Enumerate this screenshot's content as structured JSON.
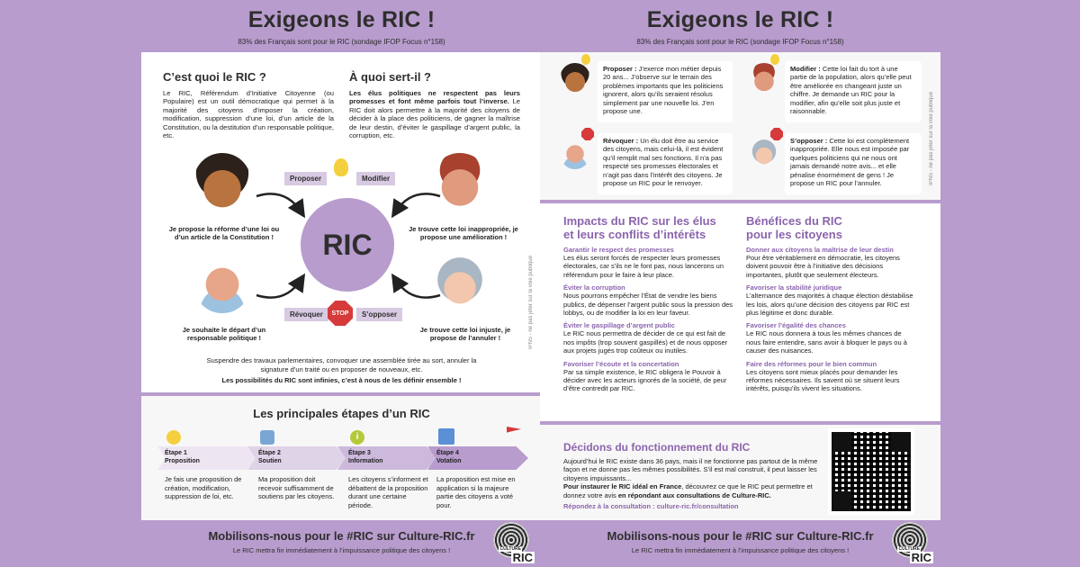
{
  "header": {
    "title": "Exigeons le RIC !",
    "subtitle": "83% des Français sont pour le RIC (sondage IFOP Focus n°158)"
  },
  "left": {
    "what": {
      "heading": "C’est quoi le RIC ?",
      "text": "Le RIC, Référendum d’Initiative Citoyenne (ou Populaire) est un outil démocratique qui permet à la majorité des citoyens d’imposer la création, modification, suppression d’une loi, d’un article de la Constitution, ou la destitution d’un responsable politique, etc."
    },
    "why": {
      "heading": "À quoi sert-il ?",
      "lead": "Les élus politiques ne respectent pas leurs promesses et font même parfois tout l’inverse.",
      "text": " Le RIC doit alors permettre à la majorité des citoyens de décider à la place des politiciens, de gagner la maîtrise de leur destin, d’éviter le gaspillage d’argent public, la corruption, etc."
    },
    "center_label": "RIC",
    "tags": {
      "propose": "Proposer",
      "modify": "Modifier",
      "revoke": "Révoquer",
      "oppose": "S’opposer",
      "stop": "STOP"
    },
    "captions": {
      "top_left": "Je propose la réforme d’une loi ou d’un article de la Constitution !",
      "top_right": "Je trouve cette loi inappropriée, je propose une amélioration !",
      "bottom_left": "Je souhaite le départ d’un responsable politique !",
      "bottom_right": "Je trouve cette loi injuste, je propose de l’annuler !"
    },
    "vertical_note": "IPNS - ne pas jeter sur la voie publique",
    "more": {
      "text": "Suspendre des travaux parlementaires, convoquer une assemblée tirée au sort, annuler la signature d’un traité ou en proposer de nouveaux, etc.",
      "bold": "Les possibilités du RIC sont infinies, c’est à nous de les définir ensemble !"
    },
    "steps_title": "Les principales étapes d’un RIC",
    "steps": [
      {
        "num": "Étape 1",
        "name": "Proposition",
        "text": "Je fais une proposition de création, modification, suppression de loi, etc."
      },
      {
        "num": "Étape 2",
        "name": "Soutien",
        "text": "Ma proposition doit recevoir suffisamment de soutiens par les citoyens."
      },
      {
        "num": "Étape 3",
        "name": "Information",
        "text": "Les citoyens s’informent et débattent de la proposition durant une certaine période."
      },
      {
        "num": "Étape 4",
        "name": "Votation",
        "text": "La proposition est mise en application si la majeure partie des citoyens a voté pour."
      }
    ]
  },
  "right": {
    "cards": [
      {
        "title": "Proposer :",
        "text": " J’exerce mon métier depuis 20 ans... J’observe sur le terrain des problèmes importants que les politiciens ignorent, alors qu’ils seraient résolus simplement par une nouvelle loi. J’en propose une."
      },
      {
        "title": "Modifier :",
        "text": " Cette loi fait du tort à une partie de la population, alors qu’elle peut être améliorée en changeant juste un chiffre. Je demande un RIC pour la modifier, afin qu’elle soit plus juste et raisonnable."
      },
      {
        "title": "Révoquer :",
        "text": " Un élu doit être au service des citoyens, mais celui-là, il est évident qu’il remplit mal ses fonctions. Il n’a pas respecté ses promesses électorales et n’agit pas dans l’intérêt des citoyens. Je propose un RIC pour le renvoyer."
      },
      {
        "title": "S’opposer :",
        "text": " Cette loi est complètement inappropriée. Elle nous est imposée par quelques politiciens qui ne nous ont jamais demandé notre avis... et elle pénalise énormément de gens ! Je propose un RIC pour l’annuler."
      }
    ],
    "impacts_title_1": "Impacts du RIC sur les élus",
    "impacts_title_2": "et leurs conflits d’intérêts",
    "impacts": [
      {
        "h": "Garantir le respect des promesses",
        "p": "Les élus seront forcés de respecter leurs promesses électorales, car s’ils ne le font pas, nous lancerons un référendum pour le faire à leur place."
      },
      {
        "h": "Éviter la corruption",
        "p": "Nous pourrons empêcher l’État de vendre les biens publics, de dépenser l’argent public sous la pression des lobbys, ou de modifier la loi en leur faveur."
      },
      {
        "h": "Éviter le gaspillage d’argent public",
        "p": "Le RIC nous permettra de décider de ce qui est fait de nos impôts (trop souvent gaspillés) et de nous opposer aux projets jugés trop coûteux ou inutiles."
      },
      {
        "h": "Favoriser l’écoute et la concertation",
        "p": "Par sa simple existence, le RIC obligera le Pouvoir à décider avec les acteurs ignorés de la société, de peur d’être contredit par RIC."
      }
    ],
    "benefits_title_1": "Bénéfices du RIC",
    "benefits_title_2": "pour les citoyens",
    "benefits": [
      {
        "h": "Donner aux citoyens la maîtrise de leur destin",
        "p": "Pour être véritablement en démocratie, les citoyens doivent pouvoir être à l’initiative des décisions importantes, plutôt que seulement électeurs."
      },
      {
        "h": "Favoriser la stabilité juridique",
        "p": "L’alternance des majorités à chaque élection déstabilise les lois, alors qu’une décision des citoyens par RIC est plus légitime et donc durable."
      },
      {
        "h": "Favoriser l’égalité des chances",
        "p": "Le RIC nous donnera à tous les mêmes chances de nous faire entendre, sans avoir à bloquer le pays ou à causer des nuisances."
      },
      {
        "h": "Faire des réformes pour le bien commun",
        "p": "Les citoyens sont mieux placés pour demander les réformes nécessaires. Ils savent où se situent leurs intérêts, puisqu’ils vivent les situations."
      }
    ],
    "decide": {
      "title": "Décidons du fonctionnement du RIC",
      "text": "Aujourd’hui le RIC existe dans 36 pays, mais il ne fonctionne pas partout de la même façon et ne donne pas les mêmes possibilités. S’il est mal construit, il peut laisser les citoyens impuissants...",
      "text_b1": "Pour instaurer le RIC idéal en France",
      "text_2": ", découvrez ce que le RIC peut permettre et donnez votre avis ",
      "text_b2": "en répondant aux consultations de Culture-RIC.",
      "link": "Répondez à la consultation : culture-ric.fr/consultation"
    }
  },
  "footer": {
    "title": "Mobilisons-nous pour le #RIC sur Culture-RIC.fr",
    "sub": "Le RIC mettra fin immédiatement à l’impuissance politique des citoyens !",
    "logo_small": "CULTURE",
    "logo": "RIC"
  },
  "colors": {
    "background": "#b89ccd",
    "accent_purple": "#8b64ad",
    "tag_bg": "#d8cae2",
    "stop_red": "#d63a3a"
  }
}
